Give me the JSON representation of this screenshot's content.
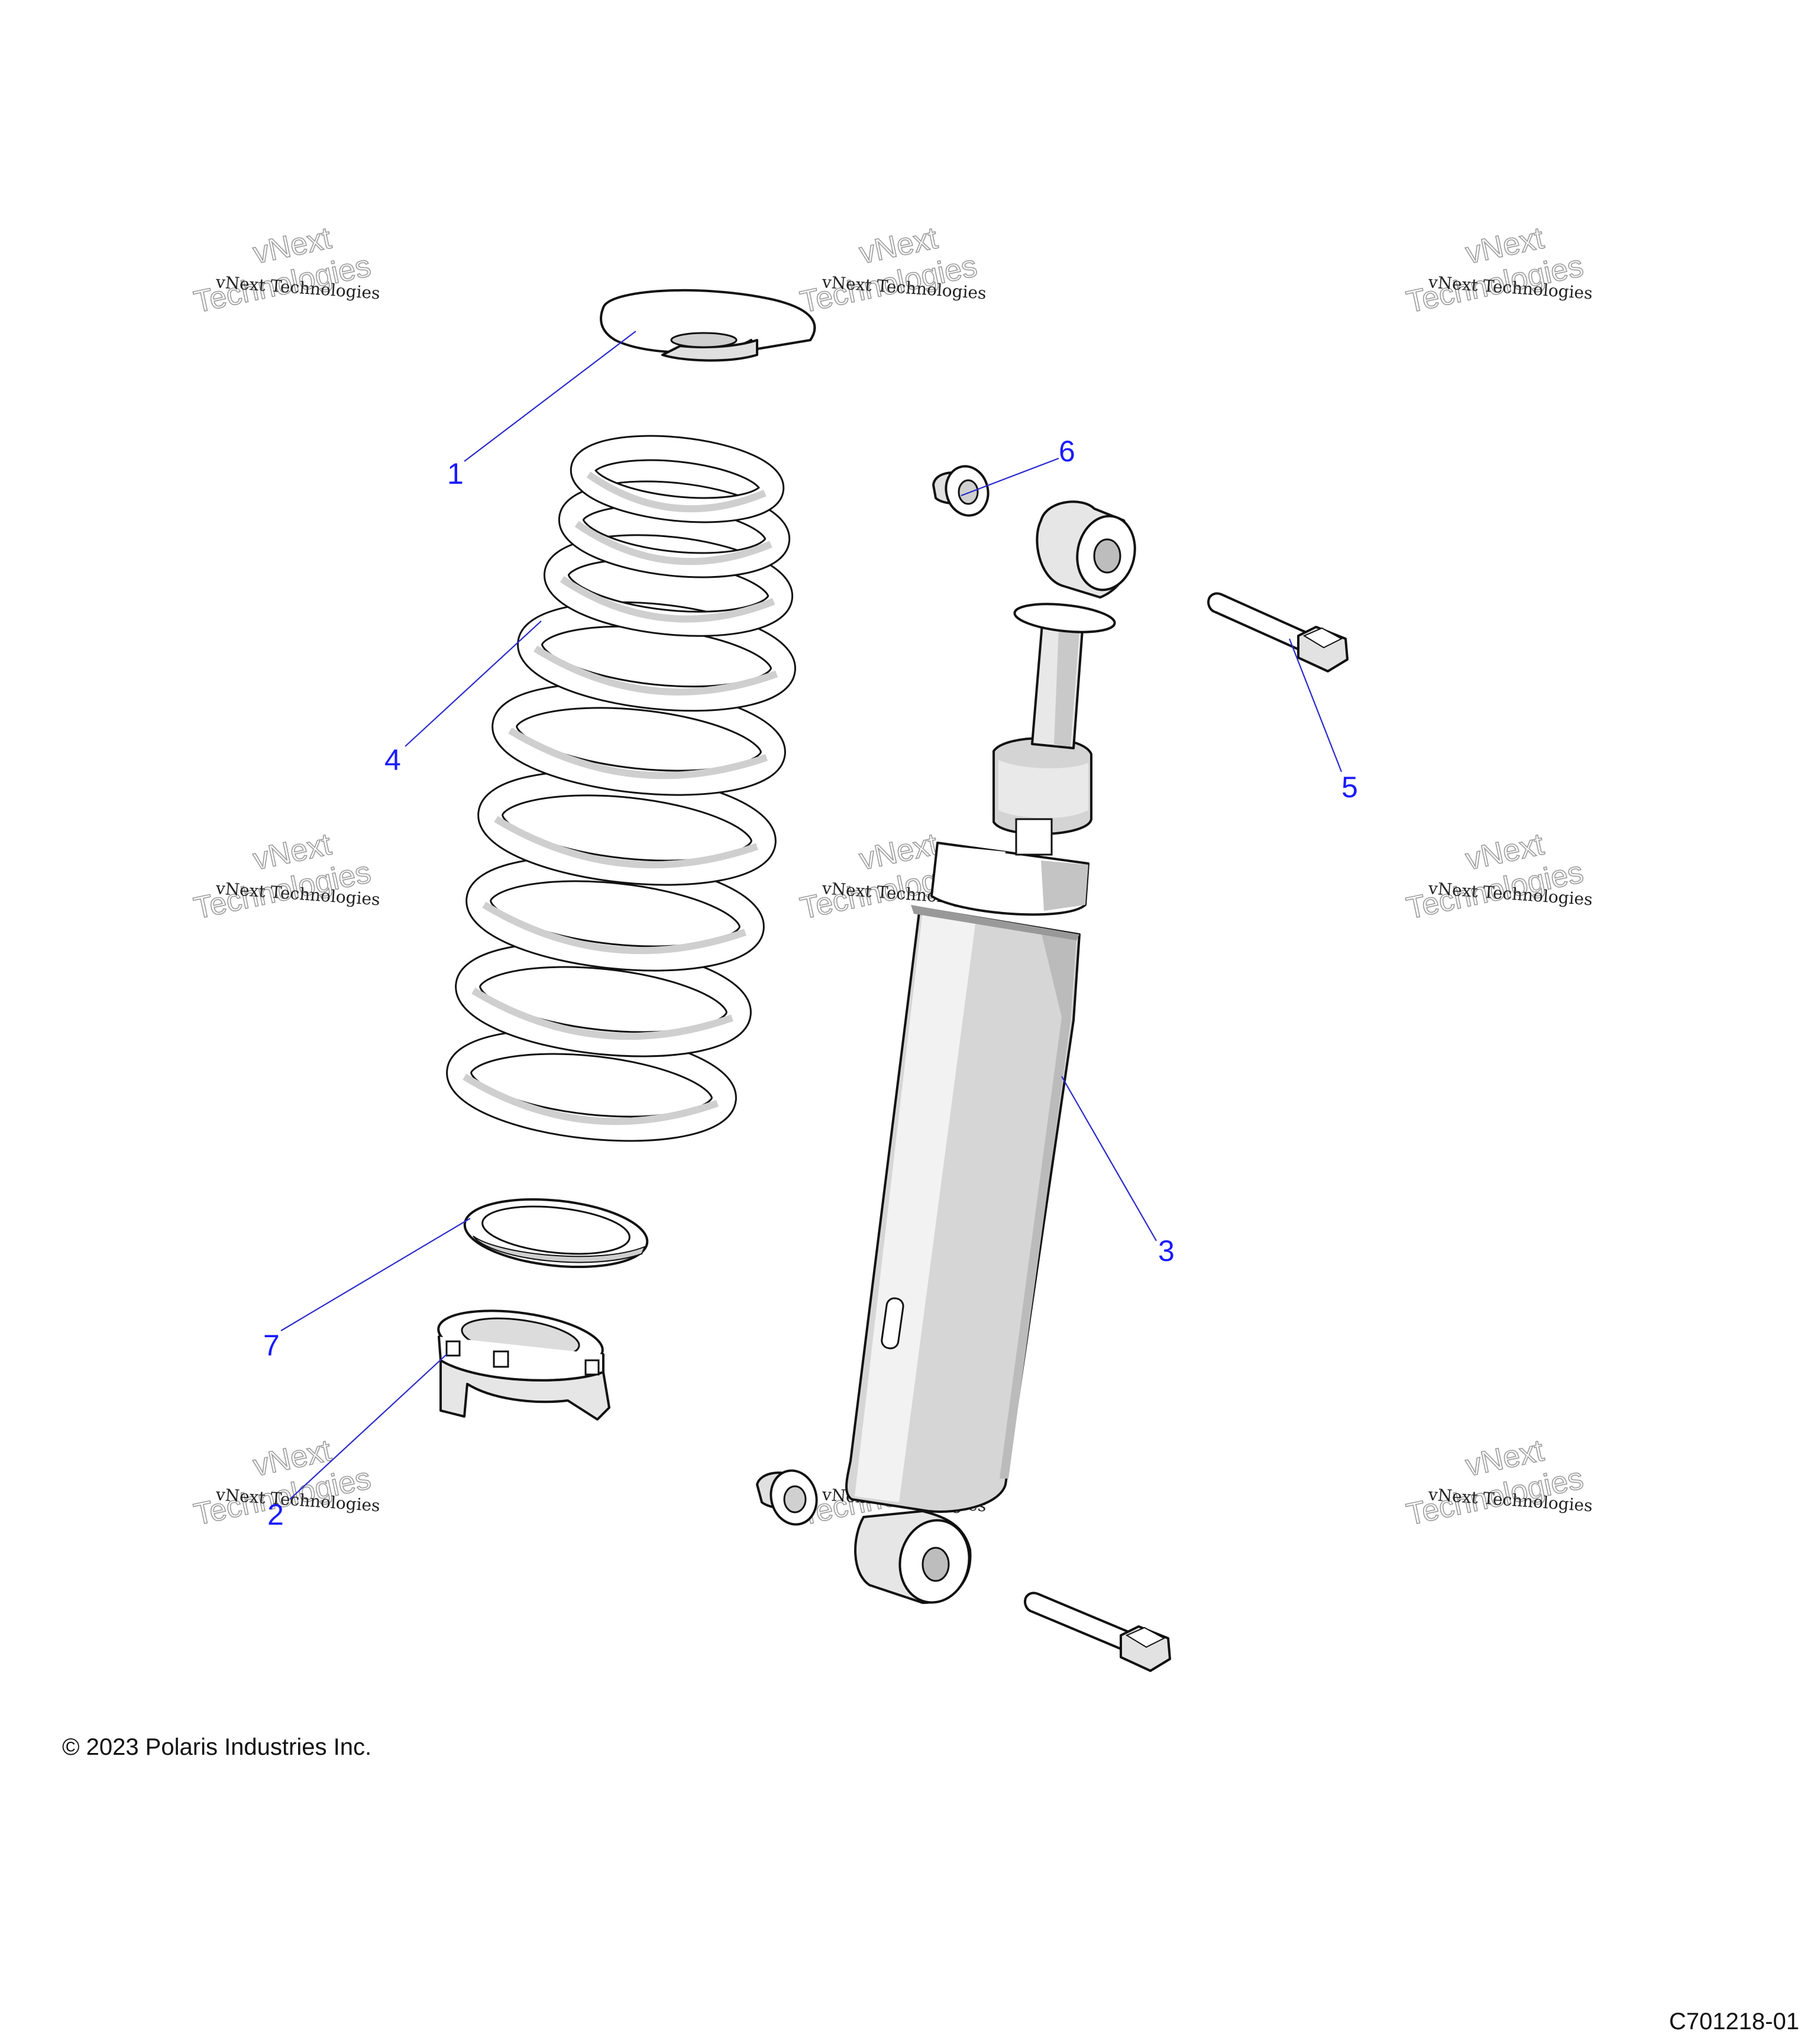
{
  "callouts": [
    {
      "id": "1",
      "label": "1"
    },
    {
      "id": "2",
      "label": "2"
    },
    {
      "id": "3",
      "label": "3"
    },
    {
      "id": "4",
      "label": "4"
    },
    {
      "id": "5",
      "label": "5"
    },
    {
      "id": "6",
      "label": "6"
    },
    {
      "id": "7",
      "label": "7"
    }
  ],
  "watermark": {
    "line1": "vNext Technologies",
    "line2a": "vNext",
    "line2b": "Technologies"
  },
  "footer": {
    "copyright": "© 2023 Polaris Industries Inc.",
    "figure_code": "C701218-01"
  },
  "colors": {
    "callout": "#1a1aff",
    "leader": "#2a2acc",
    "part_fill": "#ffffff",
    "part_shade": "#d9d9d9",
    "outline": "#111111"
  }
}
